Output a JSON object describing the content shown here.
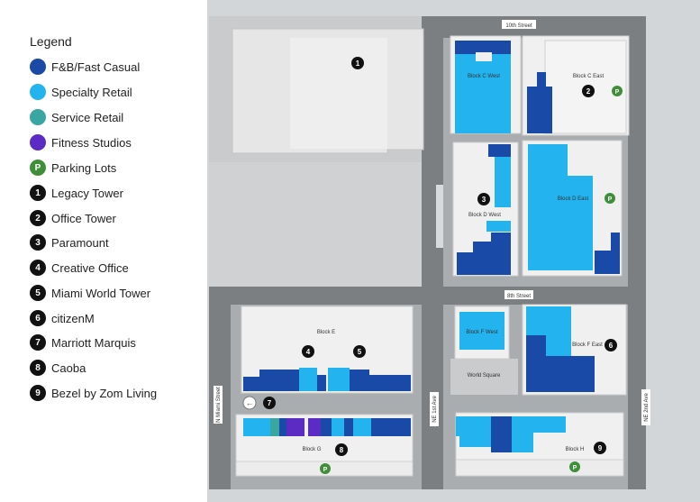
{
  "legend": {
    "title": "Legend",
    "items": [
      {
        "label": "F&B/Fast Casual",
        "type": "swatch",
        "color": "#1a4aa8"
      },
      {
        "label": "Specialty Retail",
        "type": "swatch",
        "color": "#23b4ef"
      },
      {
        "label": "Service Retail",
        "type": "swatch",
        "color": "#3aa6a2"
      },
      {
        "label": "Fitness Studios",
        "type": "swatch",
        "color": "#5b2bc4"
      },
      {
        "label": "Parking Lots",
        "type": "parking",
        "glyph": "P"
      },
      {
        "label": "Legacy Tower",
        "type": "number",
        "glyph": "1"
      },
      {
        "label": "Office Tower",
        "type": "number",
        "glyph": "2"
      },
      {
        "label": "Paramount",
        "type": "number",
        "glyph": "3"
      },
      {
        "label": "Creative Office",
        "type": "number",
        "glyph": "4"
      },
      {
        "label": "Miami World Tower",
        "type": "number",
        "glyph": "5"
      },
      {
        "label": "citizenM",
        "type": "number",
        "glyph": "6"
      },
      {
        "label": "Marriott Marquis",
        "type": "number",
        "glyph": "7"
      },
      {
        "label": "Caoba",
        "type": "number",
        "glyph": "8"
      },
      {
        "label": "Bezel by Zom Living",
        "type": "number",
        "glyph": "9"
      }
    ]
  },
  "streets": {
    "top": "10th Street",
    "middle": "8th Street",
    "ne_first": "NE 1st Ave",
    "ne_second": "NE 2nd Ave",
    "n_miami": "N Miami Street"
  },
  "blocks": {
    "c_west": "Block C West",
    "c_east": "Block C East",
    "d_west": "Block D West",
    "d_east": "Block D East",
    "e": "Block E",
    "f_west": "Block F West",
    "f_east": "Block F East",
    "g": "Block G",
    "h": "Block H",
    "square": "World Square"
  },
  "markers": {
    "m1": "1",
    "m2": "2",
    "m3": "3",
    "m4": "4",
    "m5": "5",
    "m6": "6",
    "m7": "7",
    "m8": "8",
    "m9": "9",
    "parking": "P",
    "arrow": "←"
  },
  "colors": {
    "fb": "#1a4aa8",
    "specialty": "#23b4ef",
    "service": "#3aa6a2",
    "fitness": "#5b2bc4",
    "parking": "#3f8f3a",
    "building": "#f0f0f0",
    "road": "#7c7f82",
    "ground": "#b9bcbe"
  }
}
